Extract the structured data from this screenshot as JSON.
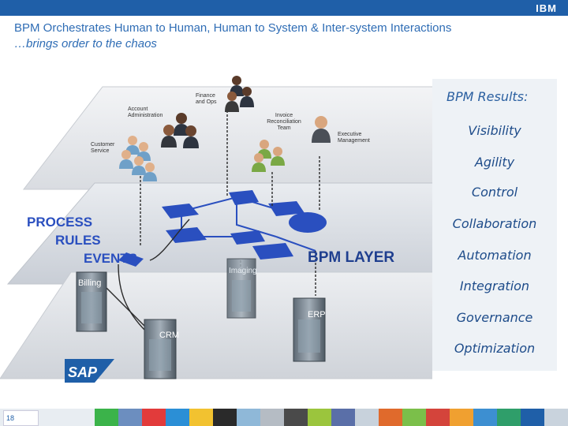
{
  "header": {
    "brand": "IBM",
    "title": "BPM Orchestrates Human to Human, Human to System & Inter-system Interactions",
    "subtitle": "…brings order to the chaos"
  },
  "diagram": {
    "roles": {
      "finance": [
        "Finance",
        "and Ops"
      ],
      "account": [
        "Account",
        "Administration"
      ],
      "invoice": [
        "Invoice",
        "Reconciliation",
        "Team"
      ],
      "executive": [
        "Executive",
        "Management"
      ],
      "customer": [
        "Customer",
        "Service"
      ]
    },
    "layer_words": [
      "PROCESS",
      "RULES",
      "EVENTS"
    ],
    "bpm_layer": "BPM LAYER",
    "systems": [
      "Billing",
      "Imaging",
      "CRM",
      "ERP"
    ],
    "sap": "SAP"
  },
  "results": {
    "title": "BPM Results:",
    "items": [
      "Visibility",
      "Agility",
      "Control",
      "Collaboration",
      "Automation",
      "Integration",
      "Governance",
      "Optimization"
    ]
  },
  "footer": {
    "page": "18"
  },
  "colors": {
    "header_bar": "#1f5fa8",
    "title": "#2f6db5",
    "process_shape": "#2a4fbf",
    "results_text": "#1e4c8a"
  }
}
